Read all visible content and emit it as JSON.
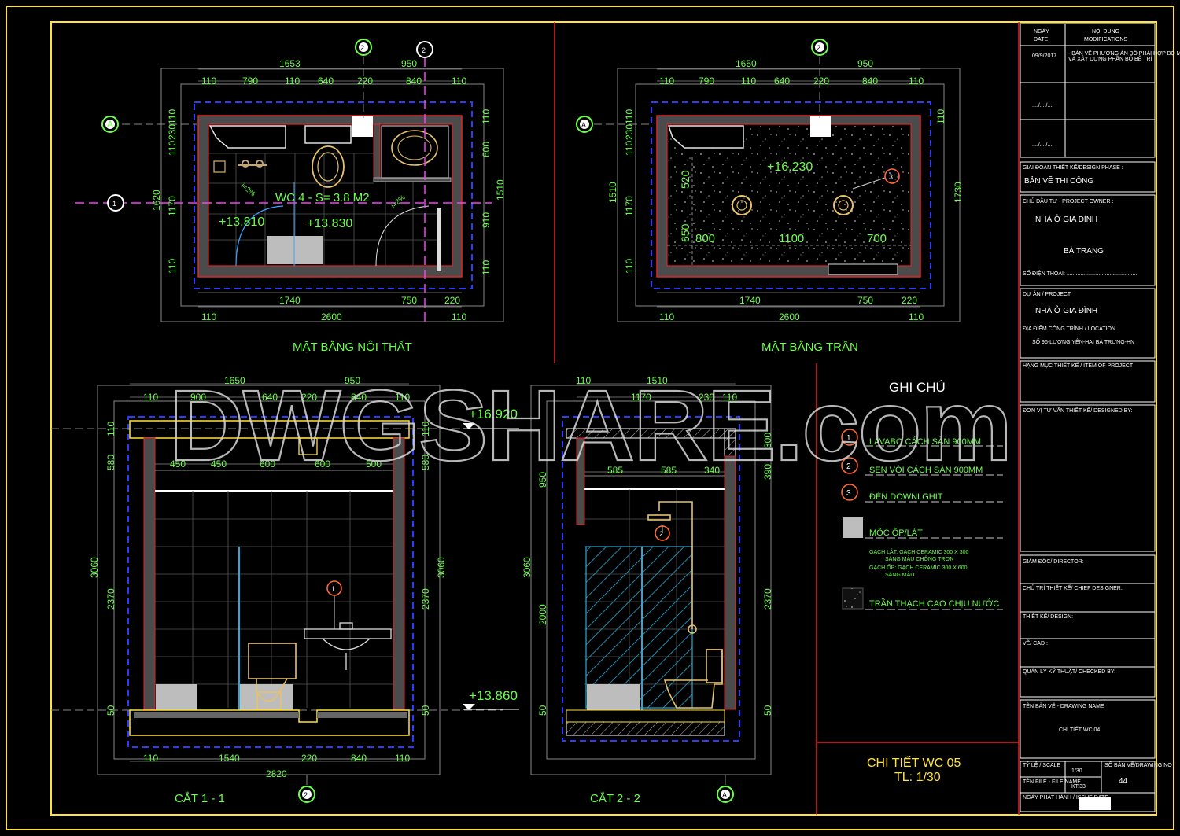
{
  "watermark": "DWGSHARE.com",
  "plan_interior": {
    "title": "MẶT BẰNG NỘI THẤT",
    "room_label": "WC 4 - S= 3.8 M2",
    "level_left": "+13.810",
    "level_right": "+13.830",
    "slope_a": "i=2%",
    "slope_b": "i=2%",
    "dims_top_total": [
      "1653",
      "950"
    ],
    "dims_top_parts": [
      "110",
      "790",
      "110",
      "640",
      "220",
      "840",
      "110"
    ],
    "dims_bottom_parts": [
      "1740",
      "750",
      "220"
    ],
    "dims_bottom_total": [
      "110",
      "2600",
      "110"
    ],
    "dims_left": [
      "110",
      "230",
      "110",
      "1170",
      "110",
      "1620"
    ],
    "dims_right": [
      "110",
      "600",
      "910",
      "110",
      "1510"
    ]
  },
  "plan_ceiling": {
    "title": "MẶT BẰNG TRẦN",
    "level": "+16.230",
    "dims_top_total": [
      "1650",
      "950"
    ],
    "dims_top_parts": [
      "110",
      "790",
      "110",
      "640",
      "220",
      "840",
      "110"
    ],
    "dims_inner": [
      "800",
      "1100",
      "700",
      "520",
      "650"
    ],
    "dims_bottom_parts": [
      "1740",
      "750",
      "220"
    ],
    "dims_bottom_total": [
      "110",
      "2600",
      "110"
    ],
    "dims_left": [
      "110",
      "230",
      "110",
      "1170",
      "110",
      "1510"
    ],
    "dims_right": [
      "110",
      "1730"
    ]
  },
  "section_1": {
    "title": "CẮT 1 - 1",
    "top_total": [
      "1650",
      "950"
    ],
    "top_parts": [
      "110",
      "900",
      "640",
      "220",
      "840",
      "110"
    ],
    "tile_parts": [
      "450",
      "450",
      "600",
      "600",
      "500"
    ],
    "bottom_parts": [
      "110",
      "1540",
      "220",
      "840",
      "110"
    ],
    "bottom_total": "2820",
    "left_dims": [
      "110",
      "580",
      "3060",
      "2370",
      "50"
    ],
    "right_dims": [
      "110",
      "580",
      "3060",
      "2370",
      "50"
    ]
  },
  "section_2": {
    "title": "CẮT 2 - 2",
    "top_total": "1510",
    "top_parts": [
      "110",
      "1170",
      "230",
      "110"
    ],
    "tile_parts": [
      "585",
      "585",
      "340"
    ],
    "left_dims": [
      "950",
      "3060",
      "2000",
      "50"
    ],
    "right_dims": [
      "300",
      "390",
      "2370",
      "50"
    ]
  },
  "levels": {
    "top": "+16.920",
    "bottom": "+13.860"
  },
  "grid_labels": {
    "a": "A",
    "b": "2",
    "c": "1"
  },
  "notes": {
    "title": "GHI CHÚ",
    "items": [
      {
        "num": "1",
        "text": "LAVABO CÁCH SÀN 900MM"
      },
      {
        "num": "2",
        "text": "SEN VÒI CÁCH SÀN 900MM"
      },
      {
        "num": "3",
        "text": "ĐÈN DOWNLGHIT"
      }
    ],
    "tile_label": "MỐC ỐP/LÁT",
    "tile_desc": [
      "GẠCH LÁT: GẠCH CERAMIC 300 X 300",
      "SÁNG MÀU CHỐNG TRƠN",
      "GẠCH ỐP: GẠCH CERAMIC 300 X 600",
      "SÁNG MÀU"
    ],
    "ceiling_label": "TRẦN THẠCH CAO CHỊU NƯỚC"
  },
  "drawing_title": {
    "name": "CHI TIẾT WC 05",
    "scale": "TL: 1/30"
  },
  "title_block": {
    "hdr_date": [
      "NGÀY",
      "DATE"
    ],
    "hdr_content": [
      "NỘI DUNG",
      "MODIFICATIONS"
    ],
    "rev_date": "09/9/2017",
    "rev_desc": [
      "- BẢN VẼ PHƯƠNG ÁN BỐ PHẢI HỢP BỘ MÔN",
      "VÀ XÂY DỰNG PHẦN BỐ BỀ TRÍ"
    ],
    "blank_dates": [
      "..../..../....",
      "..../..../...."
    ],
    "phase_label": "GIAI ĐOẠN THIẾT KẾ/DESIGN PHASE :",
    "phase_value": "BẢN VẼ THI CÔNG",
    "owner_label": "CHỦ ĐẦU TƯ - PROJECT OWNER :",
    "owner_value_1": "NHÀ Ở GIA ĐÌNH",
    "owner_value_2": "BÀ TRANG",
    "phone_label": "SỐ ĐIỆN THOẠI: ...............................................",
    "project_label": "DỰ ÁN / PROJECT",
    "project_value": "NHÀ Ở GIA ĐÌNH",
    "location_label": "ĐỊA ĐIỂM CÔNG TRÌNH / LOCATION",
    "location_value": "SỐ 96-LƯƠNG YÊN-HAI BÀ TRƯNG-HN",
    "hangmuc_label": "HẠNG MỤC THIẾT KẾ / ITEM OF PROJECT",
    "consultant_label": "ĐƠN VỊ TƯ VẤN THIẾT KẾ/ DESIGNED BY:",
    "sign_rows": [
      "GIÁM ĐỐC/ DIRECTOR:",
      "CHỦ TRÌ THIẾT KẾ/ CHIEF DESIGNER:",
      "THIẾT KẾ/ DESIGN:",
      "VẼ/ CAD :",
      "QUẢN LÝ KỸ THUẬT/ CHECKED BY:"
    ],
    "drawing_name_label": "TÊN BẢN VẼ - DRAWING NAME",
    "drawing_name_value": "CHI TIẾT WC 04",
    "scale_label": "TỶ LỆ / SCALE",
    "scale_value": "1/30",
    "sheet_label": "SỐ BẢN VẼ/DRAWING NO",
    "sheet_value": "44",
    "file_label": "TÊN FILE - FILE NAME",
    "file_value": "KT:33",
    "issue_label": "NGÀY PHÁT HÀNH / ISSUE DATE"
  }
}
